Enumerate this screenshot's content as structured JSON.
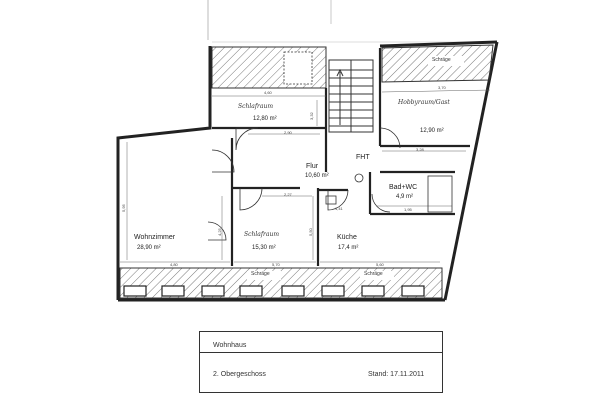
{
  "rooms": {
    "schlafraum_oben": {
      "name": "Schlafraum",
      "area": "12,80 m²"
    },
    "hobbyraum": {
      "name": "Hobbyraum/Gast",
      "area": "12,90 m²"
    },
    "flur": {
      "name": "Flur",
      "area": "10,60 m²"
    },
    "bad": {
      "name": "Bad+WC",
      "area": "4,9 m²"
    },
    "wohnzimmer": {
      "name": "Wohnzimmer",
      "area": "28,90 m²"
    },
    "schlafraum_unten": {
      "name": "Schlafraum",
      "area": "15,30 m²"
    },
    "kueche": {
      "name": "Küche",
      "area": "17,4 m²"
    }
  },
  "labels": {
    "schraege_top": "Schräge",
    "schraege_bottom_1": "Schräge",
    "schraege_bottom_2": "Schräge",
    "fht": "FHT"
  },
  "dimensions": {
    "d_top_left": "4,60",
    "d_top_right": "3,70",
    "d_upper_room_width": "2,90",
    "d_upper_room_right": "3,28",
    "d_stair_height": "3,32",
    "d_flur_width": "2,27",
    "d_bad_small": "1,41",
    "d_bad_width": "1,95",
    "d_bottom_left": "4,80",
    "d_bottom_mid": "5,70",
    "d_bottom_right": "5,60",
    "d_wohn_height": "5,95",
    "d_wohn_inner": "4,25",
    "d_kueche_height": "5,50"
  },
  "title_block": {
    "building": "Wohnhaus",
    "floor": "2. Obergeschoss",
    "date": "Stand: 17.11.2011"
  }
}
